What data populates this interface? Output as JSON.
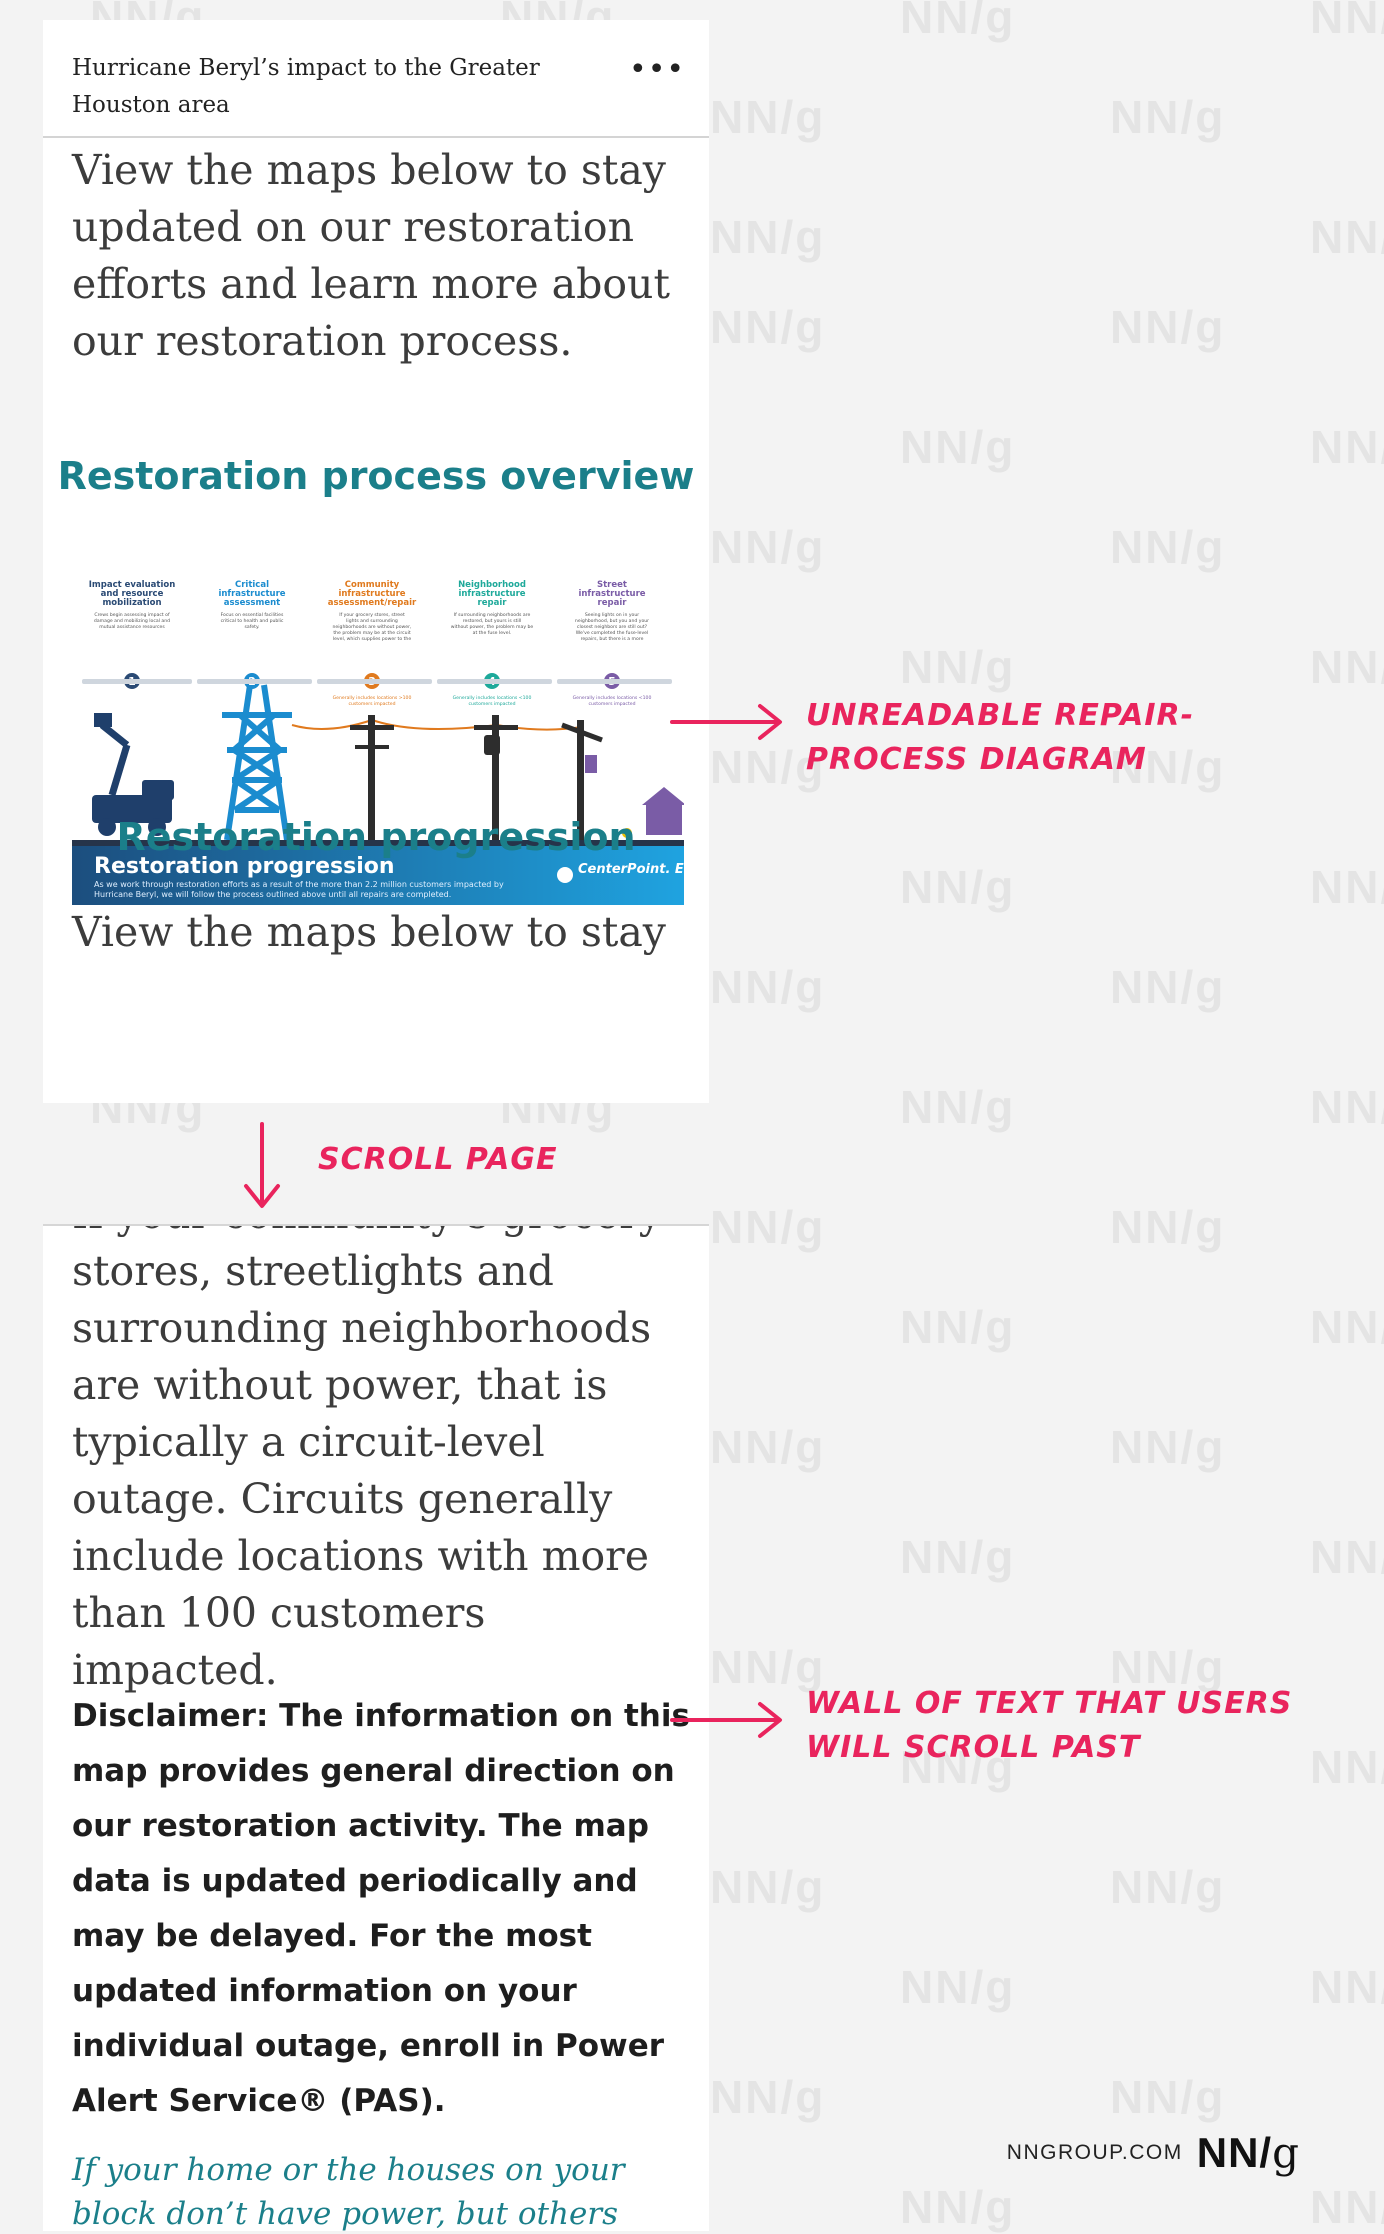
{
  "watermark": "NN/g",
  "screen_top": {
    "header_title": "Hurricane Beryl’s impact to the Greater Houston area",
    "more_menu": "•••",
    "intro_text": "View the maps below to stay updated on our restoration efforts and learn more about our restoration process.",
    "section_heading": "Restoration process overview",
    "diagram": {
      "steps": [
        {
          "num": "1",
          "title": "Impact evaluation and resource mobilization",
          "desc": "Crews begin assessing impact of damage and mobilizing local and mutual assistance resources",
          "color": "#2a4a74"
        },
        {
          "num": "2",
          "title": "Critical infrastructure assessment",
          "desc": "Focus on essential facilities critical to health and public safety.",
          "color": "#1b8ccf"
        },
        {
          "num": "3",
          "title": "Community infrastructure assessment/repair",
          "desc": "If your grocery stores, street lights and surrounding neighborhoods are without power, the problem may be at the circuit level, which supplies power to the largest number of customers.",
          "note": "Generally includes locations >100 customers impacted",
          "color": "#e07a1e"
        },
        {
          "num": "4",
          "title": "Neighborhood infrastructure repair",
          "desc": "If surrounding neighborhoods are restored, but yours is still without power, the problem may be at the fuse level.",
          "note": "Generally includes locations <100 customers impacted",
          "color": "#1ea99a"
        },
        {
          "num": "5",
          "title": "Street infrastructure repair",
          "desc": "Seeing lights on in your neighborhood, but you and your closest neighbors are still out? We've completed the fuse-level repairs, but there is a more isolated issue, such as a damaged transformer, that needs to be addressed.",
          "note": "Generally includes locations <100 customers impacted",
          "color": "#7a5ca6"
        }
      ],
      "banner_title": "Restoration progression",
      "banner_text": "As we work through restoration efforts as a result of the more than 2.2 million customers impacted by Hurricane Beryl, we will follow the process outlined above until all repairs are completed.",
      "brand": "CenterPoint. Energy",
      "colors": {
        "banner_dark": "#1c4e7e",
        "banner_light": "#1fa3e0",
        "ground": "#26344a"
      }
    },
    "sub_heading": "Restoration progression",
    "tail_text": "View the maps below to stay"
  },
  "screen_bottom": {
    "paragraph": "If your community’s grocery stores, streetlights and surrounding neighborhoods are without power, that is typically a circuit-level outage. Circuits generally include locations with more than 100 customers impacted.",
    "disclaimer": "Disclaimer: The information on this map provides general direction on our restoration activity. The map data is updated periodically and may be delayed.  For the most updated information on your individual outage, enroll in Power Alert Service® (PAS).",
    "italic_text": "If your home or the houses on your block don’t have power, but others around you do,"
  },
  "annotations": {
    "diagram": "Unreadable repair-process diagram",
    "scroll": "Scroll page",
    "wall": "Wall of text that users will scroll past",
    "color": "#e9245d"
  },
  "footer": {
    "url": "NNGROUP.COM",
    "logo_nn": "NN/",
    "logo_g": "g"
  }
}
